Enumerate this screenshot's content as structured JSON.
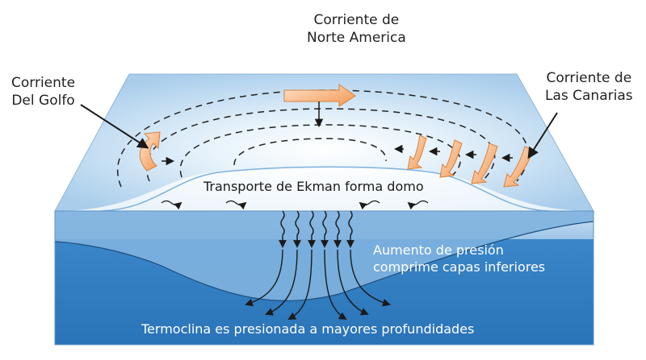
{
  "labels": {
    "north_america": {
      "line1": "Corriente de",
      "line2": "Norte America"
    },
    "gulf": {
      "line1": "Corriente",
      "line2": "Del Golfo"
    },
    "canary": {
      "line1": "Corriente de",
      "line2": "Las Canarias"
    },
    "ekman": "Transporte de Ekman forma domo",
    "pressure": {
      "line1": "Aumento de presión",
      "line2": "comprime capas inferiores"
    },
    "thermocline": "Termoclina es presionada a mayores profundidades"
  },
  "colors": {
    "surface_light": "#eaf4fc",
    "surface_blue": "#b4d4ee",
    "water_deep": "#2f7fc4",
    "water_upper": "#9ac4e6",
    "current_arrow": "#f6a363",
    "arrow_line": "#1a1a1a"
  }
}
